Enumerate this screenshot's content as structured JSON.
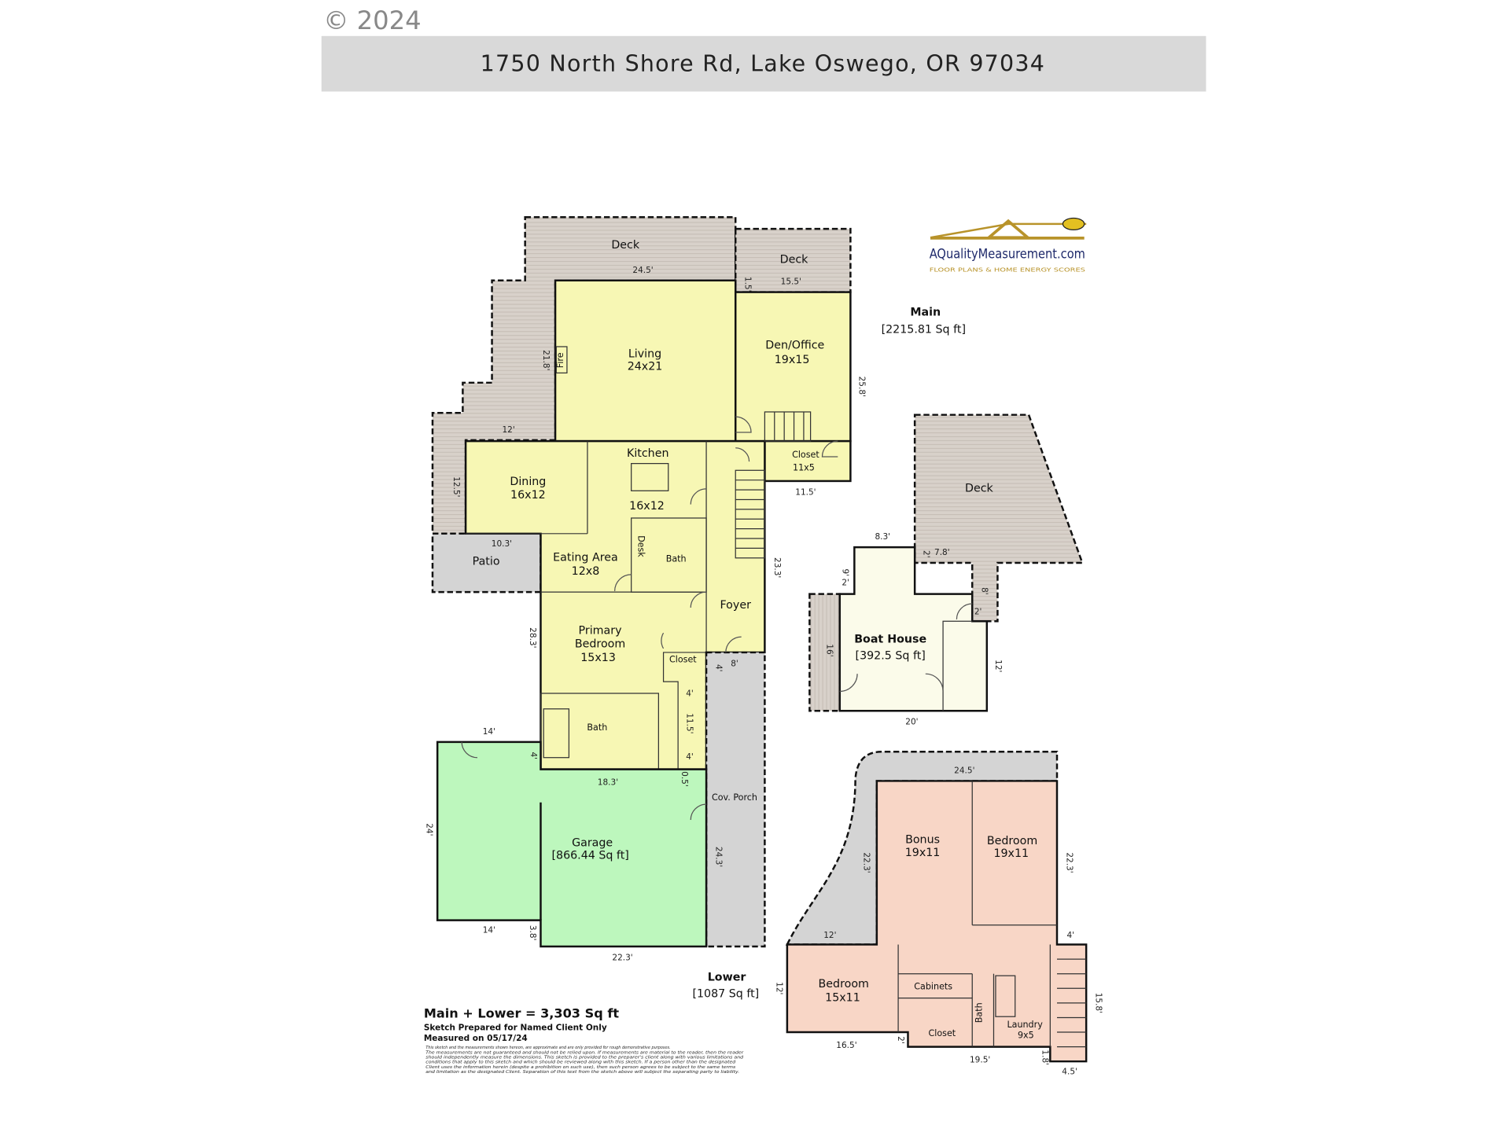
{
  "copyright": "© 2024",
  "header": {
    "address": "1750 North Shore Rd, Lake Oswego, OR 97034"
  },
  "logo": {
    "name": "AQualityMeasurement.com",
    "tagline": "FLOOR PLANS & HOME ENERGY SCORES"
  },
  "levels": {
    "main": {
      "label": "Main",
      "area": "[2215.81 Sq ft]"
    },
    "lower": {
      "label": "Lower",
      "area": "[1087 Sq ft]"
    },
    "boat_house": {
      "label": "Boat House",
      "area": "[392.5 Sq ft]"
    }
  },
  "rooms": {
    "deck1": "Deck",
    "deck2": "Deck",
    "deck3": "Deck",
    "living": {
      "name": "Living",
      "dims": "24x21"
    },
    "den": {
      "name": "Den/Office",
      "dims": "19x15"
    },
    "closet_main": {
      "name": "Closet",
      "dims": "11x5"
    },
    "fire": "Fire",
    "kitchen": {
      "name": "Kitchen",
      "dims": "16x12"
    },
    "dining": {
      "name": "Dining",
      "dims": "16x12"
    },
    "patio": "Patio",
    "eating": {
      "name": "Eating Area",
      "dims": "12x8"
    },
    "desk": "Desk",
    "bath_hall": "Bath",
    "foyer": "Foyer",
    "primary": {
      "name1": "Primary",
      "name2": "Bedroom",
      "dims": "15x13"
    },
    "closet_primary": "Closet",
    "bath_primary": "Bath",
    "garage": {
      "name": "Garage",
      "area": "[866.44 Sq ft]"
    },
    "cov_porch": "Cov. Porch",
    "bonus": {
      "name": "Bonus",
      "dims": "19x11"
    },
    "bedroom_lower1": {
      "name": "Bedroom",
      "dims": "19x11"
    },
    "bedroom_lower2": {
      "name": "Bedroom",
      "dims": "15x11"
    },
    "cabinets": "Cabinets",
    "closet_lower": "Closet",
    "bath_lower": "Bath",
    "laundry": {
      "name": "Laundry",
      "dims": "9x5"
    }
  },
  "dimensions": [
    "24.5'",
    "15.5'",
    "1.5'",
    "21.8'",
    "25.8'",
    "12'",
    "12.5'",
    "11.5'",
    "10.3'",
    "23.3'",
    "28.3'",
    "8'",
    "4'",
    "4'",
    "11.5'",
    "4'",
    "14'",
    "4'",
    "18.3'",
    "0.5'",
    "24'",
    "24.3'",
    "14'",
    "3.8'",
    "22.3'",
    "8.3'",
    "2'",
    "7.8'",
    "9'",
    "2'",
    "8'",
    "2'",
    "16'",
    "12'",
    "20'",
    "24.5'",
    "22.3'",
    "22.3'",
    "12'",
    "4'",
    "12'",
    "15.8'",
    "16.5'",
    "2'",
    "19.5'",
    "1.8'",
    "4.5'"
  ],
  "summary": {
    "total": "Main + Lower = 3,303 Sq ft",
    "prepared": "Sketch Prepared for Named Client Only",
    "measured": "Measured on 05/17/24",
    "disclaimer": [
      "This sketch and the measurements shown hereon, are approximate and are only provided for rough demonstrative purposes.",
      "The measurements are not guaranteed and should not be relied upon.  If measurements are material to the reader, then the reader",
      "should independently measure the dimensions.  This sketch is provided to the preparer's client along with various limitations and",
      "conditions that apply to this sketch and which should be reviewed along with this sketch.  If a person other than the designated",
      "Client uses the information herein (despite a prohibition on such use), then such person agrees to be subject to the same terms",
      "and limitation as the designated Client.  Separation of this text from the sketch above will subject the separating party to liability."
    ]
  },
  "colors": {
    "main_floor": "#f7f7b4",
    "garage": "#bdf7bd",
    "lower": "#f8d6c6",
    "boat_house": "#fbfbea",
    "deck": "#d8d1ca",
    "gray_area": "#d4d4d4",
    "header_bg": "#d9d9d9"
  }
}
